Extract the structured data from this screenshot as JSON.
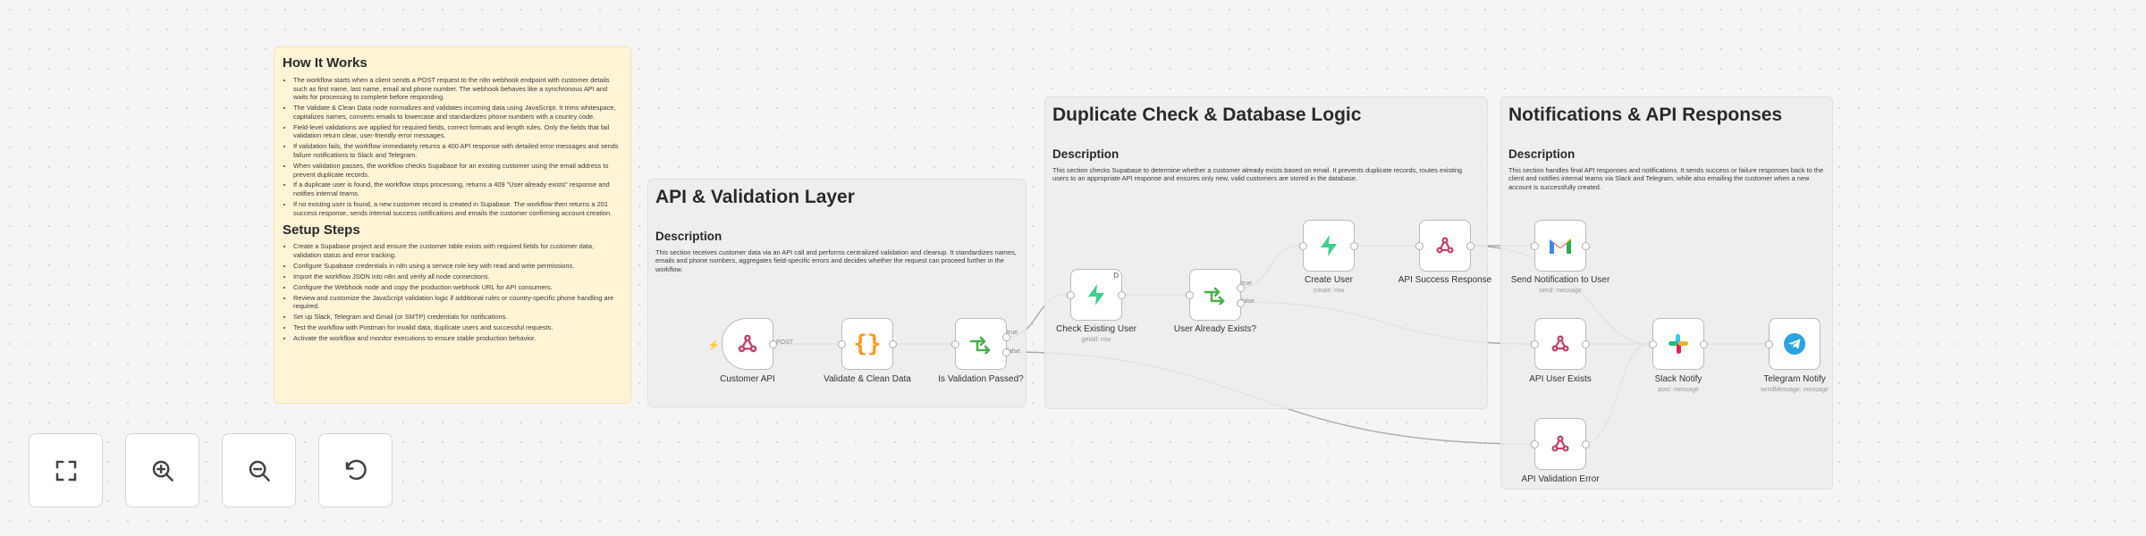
{
  "how_it_works": {
    "title": "How It Works",
    "items": [
      "The workflow starts when a client sends a POST request to the n8n webhook endpoint with customer details such as first name, last name, email and phone number. The webhook behaves like a synchronous API and waits for processing to complete before responding.",
      "The Validate & Clean Data node normalizes and validates incoming data using JavaScript. It trims whitespace, capitalizes names, converts emails to lowercase and standardizes phone numbers with a country code.",
      "Field-level validations are applied for required fields, correct formats and length rules. Only the fields that fail validation return clear, user-friendly error messages.",
      "If validation fails, the workflow immediately returns a 400 API response with detailed error messages and sends failure notifications to Slack and Telegram.",
      "When validation passes, the workflow checks Supabase for an existing customer using the email address to prevent duplicate records.",
      "If a duplicate user is found, the workflow stops processing, returns a 409 \"User already exists\" response and notifies internal teams.",
      "If no existing user is found, a new customer record is created in Supabase. The workflow then returns a 201 success response, sends internal success notifications and emails the customer confirming account creation."
    ],
    "setup_title": "Setup Steps",
    "setup_items": [
      "Create a Supabase project and ensure the customer table exists with required fields for customer data, validation status and error tracking.",
      "Configure Supabase credentials in n8n using a service role key with read and write permissions.",
      "Import the workflow JSON into n8n and verify all node connections.",
      "Configure the Webhook node and copy the production webhook URL for API consumers.",
      "Review and customize the JavaScript validation logic if additional rules or country-specific phone handling are required.",
      "Set up Slack, Telegram and Gmail (or SMTP) credentials for notifications.",
      "Test the workflow with Postman for invalid data, duplicate users and successful requests.",
      "Activate the workflow and monitor executions to ensure stable production behavior."
    ]
  },
  "sections": {
    "api": {
      "title": "API & Validation Layer",
      "subtitle": "Description",
      "text": "This section receives customer data via an API call and performs centralized validation and cleanup. It standardizes names, emails and phone numbers, aggregates field-specific errors and decides whether the request can proceed further in the workflow."
    },
    "dup": {
      "title": "Duplicate Check & Database Logic",
      "subtitle": "Description",
      "text": "This section checks Supabase to determine whether a customer already exists based on email. It prevents duplicate records, routes existing users to an appropriate API response and ensures only new, valid customers are stored in the database."
    },
    "notif": {
      "title": "Notifications & API Responses",
      "subtitle": "Description",
      "text": "This section handles final API responses and notifications. It sends success or failure responses back to the client and notifies internal teams via Slack and Telegram, while also emailing the customer when a new account is successfully created."
    }
  },
  "nodes": {
    "customer_api": {
      "label": "Customer API",
      "icon": "webhook-icon"
    },
    "validate": {
      "label": "Validate & Clean Data",
      "icon": "code-braces-icon"
    },
    "is_valid": {
      "label": "Is Validation Passed?",
      "icon": "if-branch-icon"
    },
    "check_existing": {
      "label": "Check Existing User",
      "sub": "getAll: row",
      "icon": "supabase-icon"
    },
    "user_exists": {
      "label": "User Already Exists?",
      "icon": "if-branch-icon"
    },
    "create_user": {
      "label": "Create User",
      "sub": "create: row",
      "icon": "supabase-icon"
    },
    "api_success": {
      "label": "API Success Response",
      "icon": "webhook-icon"
    },
    "send_notif": {
      "label": "Send Notification to User",
      "sub": "send: message",
      "icon": "gmail-icon"
    },
    "api_user_exists": {
      "label": "API User Exists",
      "icon": "webhook-icon"
    },
    "slack": {
      "label": "Slack Notify",
      "sub": "post: message",
      "icon": "slack-icon"
    },
    "telegram": {
      "label": "Telegram Notify",
      "sub": "sendMessage: message",
      "icon": "telegram-icon"
    },
    "api_validation_error": {
      "label": "API Validation Error",
      "icon": "webhook-icon"
    }
  },
  "edge_labels": {
    "post": "POST",
    "true": "true",
    "false": "false",
    "d_badge": "D"
  },
  "zoom_controls": [
    {
      "name": "fit-view-button",
      "icon": "fullscreen-icon"
    },
    {
      "name": "zoom-in-button",
      "icon": "zoom-in-icon"
    },
    {
      "name": "zoom-out-button",
      "icon": "zoom-out-icon"
    },
    {
      "name": "reset-zoom-button",
      "icon": "undo-icon"
    }
  ],
  "colors": {
    "canvas": "#f5f5f5",
    "sticky_yellow": "#fff4d6",
    "sticky_gray": "#ececee",
    "supabase_green": "#3ecf8e",
    "code_orange": "#ff9922",
    "if_green": "#4caf50",
    "webhook_pink": "#c1416c",
    "telegram_blue": "#2aa3df",
    "trigger_lightning": "#ef6c4a"
  }
}
